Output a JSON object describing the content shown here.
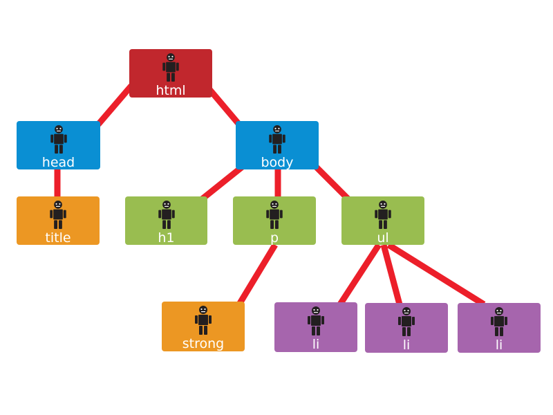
{
  "colors": {
    "edge": "#ec1f2a",
    "html": "#c1272d",
    "head_body": "#0a8fd3",
    "title_strong": "#ec9723",
    "h1_p_ul": "#99bd50",
    "li": "#a665ad",
    "icon": "#231f20"
  },
  "nodes": {
    "html": {
      "label": "html",
      "color": "#c1272d",
      "icon": "person-icon"
    },
    "head": {
      "label": "head",
      "color": "#0a8fd3",
      "icon": "person-icon"
    },
    "body": {
      "label": "body",
      "color": "#0a8fd3",
      "icon": "person-icon"
    },
    "title": {
      "label": "title",
      "color": "#ec9723",
      "icon": "person-icon"
    },
    "h1": {
      "label": "h1",
      "color": "#99bd50",
      "icon": "person-icon"
    },
    "p": {
      "label": "p",
      "color": "#99bd50",
      "icon": "person-icon"
    },
    "ul": {
      "label": "ul",
      "color": "#99bd50",
      "icon": "person-icon"
    },
    "strong": {
      "label": "strong",
      "color": "#ec9723",
      "icon": "person-icon"
    },
    "li1": {
      "label": "li",
      "color": "#a665ad",
      "icon": "person-icon"
    },
    "li2": {
      "label": "li",
      "color": "#a665ad",
      "icon": "person-icon"
    },
    "li3": {
      "label": "li",
      "color": "#a665ad",
      "icon": "person-icon"
    }
  },
  "edges": [
    [
      "html",
      "head"
    ],
    [
      "html",
      "body"
    ],
    [
      "head",
      "title"
    ],
    [
      "body",
      "h1"
    ],
    [
      "body",
      "p"
    ],
    [
      "body",
      "ul"
    ],
    [
      "p",
      "strong"
    ],
    [
      "ul",
      "li1"
    ],
    [
      "ul",
      "li2"
    ],
    [
      "ul",
      "li3"
    ]
  ]
}
